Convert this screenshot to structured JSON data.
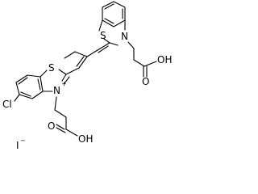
{
  "molecule": {
    "atoms": {
      "s_top": "S",
      "n_top": "N",
      "oh_top": "OH",
      "o_top": "O",
      "s_bottom": "S",
      "n_bottom": "N",
      "n_bottom_charge": "+",
      "cl": "Cl",
      "o_bottom": "O",
      "oh_bottom": "OH"
    },
    "counter_ion": {
      "label": "I",
      "charge": "−"
    }
  }
}
